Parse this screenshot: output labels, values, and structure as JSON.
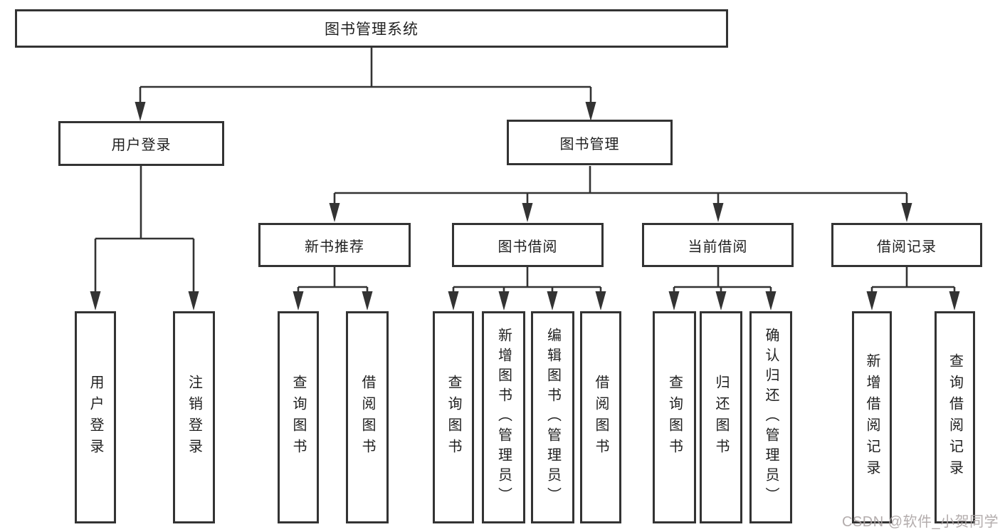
{
  "diagram": {
    "root": {
      "label": "图书管理系统"
    },
    "level2": {
      "user_login": {
        "label": "用户登录"
      },
      "book_mgmt": {
        "label": "图书管理"
      }
    },
    "level3": {
      "new_book_rec": {
        "label": "新书推荐"
      },
      "book_borrow": {
        "label": "图书借阅"
      },
      "current_borrow": {
        "label": "当前借阅"
      },
      "borrow_record": {
        "label": "借阅记录"
      }
    },
    "leaves": {
      "login_user_login": {
        "label": "用户登录"
      },
      "login_logout": {
        "label": "注销登录"
      },
      "rec_query_book": {
        "label": "查询图书"
      },
      "rec_borrow_book": {
        "label": "借阅图书"
      },
      "bor_query_book": {
        "label": "查询图书"
      },
      "bor_add_book": {
        "label": "新增图书（管理员）"
      },
      "bor_edit_book": {
        "label": "编辑图书（管理员）"
      },
      "bor_borrow_book": {
        "label": "借阅图书"
      },
      "cur_query_book": {
        "label": "查询图书"
      },
      "cur_return_book": {
        "label": "归还图书"
      },
      "cur_confirm_return": {
        "label": "确认归还（管理员）"
      },
      "rcd_add_record": {
        "label": "新增借阅记录"
      },
      "rcd_query_record": {
        "label": "查询借阅记录"
      }
    },
    "watermark": "CSDN @软件_小贺同学",
    "colors": {
      "line": "#333333",
      "box_border": "#333333",
      "box_fill": "#ffffff",
      "text": "#1f1f1f",
      "watermark": "#aba4a4",
      "background": "#ffffff"
    }
  }
}
